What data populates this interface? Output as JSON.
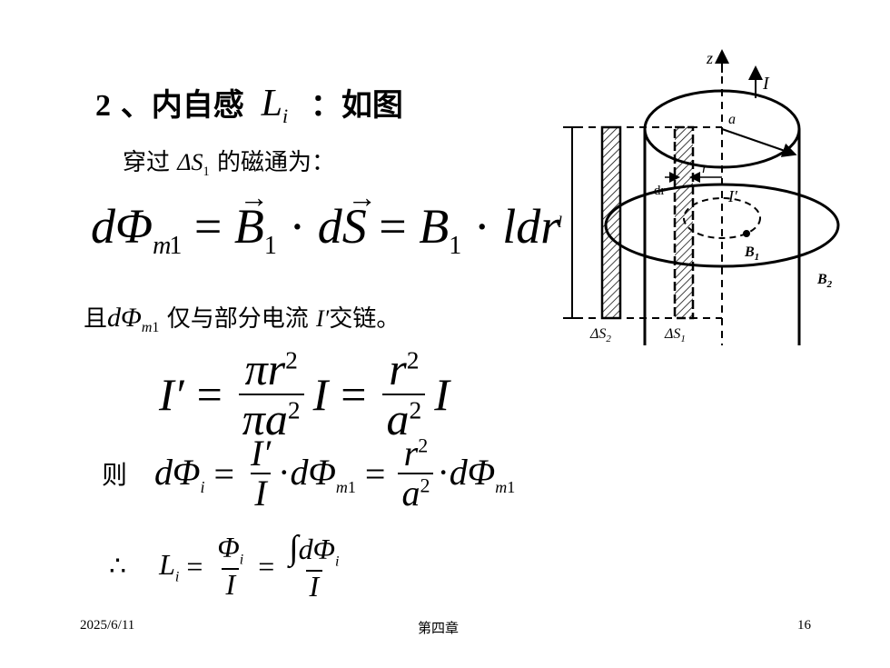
{
  "slide": {
    "heading_number": "2",
    "heading_sep": "、内自感",
    "heading_symbol": "L",
    "heading_symbol_sub": "i",
    "heading_tail": "：如图",
    "line1_prefix": "穿过",
    "line1_delta": "ΔS",
    "line1_sub": "1",
    "line1_suffix": "的磁通为：",
    "line2_prefix": "且",
    "line2_suffix": "仅与部分电流",
    "line2_current": "I′",
    "line2_end": "交链。",
    "then_label": "则",
    "therefore_label": "∴"
  },
  "figure": {
    "axis_label": "z",
    "current_label": "I",
    "radius_label": "a",
    "dr_label": "dr",
    "r_label": "r",
    "inner_current_label": "I′",
    "length_label": "l",
    "b1_label": "B",
    "b1_sub": "1",
    "b2_label": "B",
    "b2_sub": "2",
    "s2_label": "ΔS",
    "s2_sub": "2",
    "s1_label": "ΔS",
    "s1_sub": "1"
  },
  "footer": {
    "date": "2025/6/11",
    "chapter": "第四章",
    "page": "16"
  }
}
